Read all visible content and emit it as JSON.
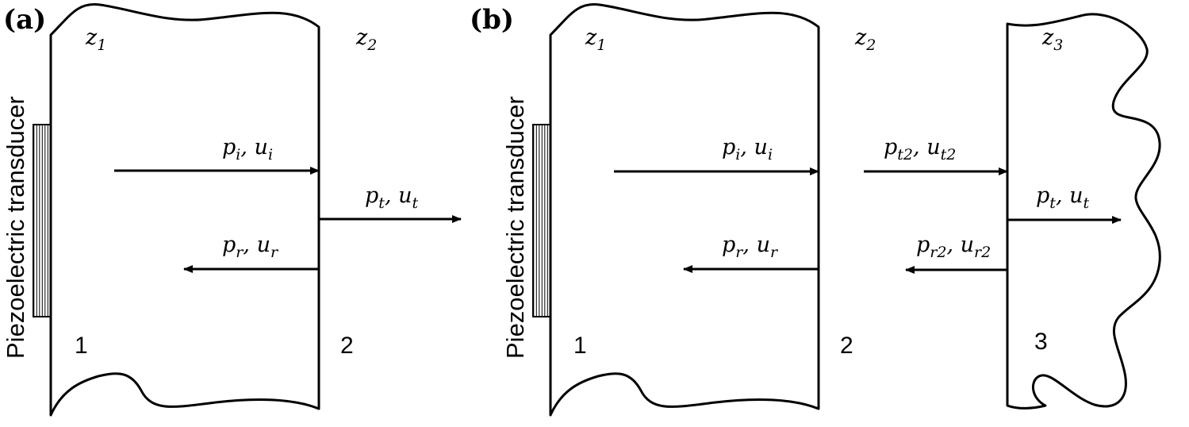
{
  "panel_a": {
    "label": "(a)",
    "transducer_label": "Piezoelectric transducer",
    "medium1_impedance": {
      "base": "z",
      "sub": "1"
    },
    "medium2_impedance": {
      "base": "z",
      "sub": "2"
    },
    "incident": {
      "p": "p",
      "p_sub": "i",
      "sep": ", ",
      "u": "u",
      "u_sub": "i"
    },
    "reflected": {
      "p": "p",
      "p_sub": "r",
      "sep": ", ",
      "u": "u",
      "u_sub": "r"
    },
    "transmitted": {
      "p": "p",
      "p_sub": "t",
      "sep": ", ",
      "u": "u",
      "u_sub": "t"
    },
    "interface1": "1",
    "interface2": "2"
  },
  "panel_b": {
    "label": "(b)",
    "transducer_label": "Piezoelectric transducer",
    "medium1_impedance": {
      "base": "z",
      "sub": "1"
    },
    "medium2_impedance": {
      "base": "z",
      "sub": "2"
    },
    "medium3_impedance": {
      "base": "z",
      "sub": "3"
    },
    "incident": {
      "p": "p",
      "p_sub": "i",
      "sep": ", ",
      "u": "u",
      "u_sub": "i"
    },
    "reflected": {
      "p": "p",
      "p_sub": "r",
      "sep": ", ",
      "u": "u",
      "u_sub": "r"
    },
    "transmitted2": {
      "p": "p",
      "p_sub": "t2",
      "sep": ", ",
      "u": "u",
      "u_sub": "t2"
    },
    "reflected2": {
      "p": "p",
      "p_sub": "r2",
      "sep": ", ",
      "u": "u",
      "u_sub": "r2"
    },
    "transmitted": {
      "p": "p",
      "p_sub": "t",
      "sep": ", ",
      "u": "u",
      "u_sub": "t"
    },
    "interface1": "1",
    "interface2": "2",
    "interface3": "3"
  }
}
